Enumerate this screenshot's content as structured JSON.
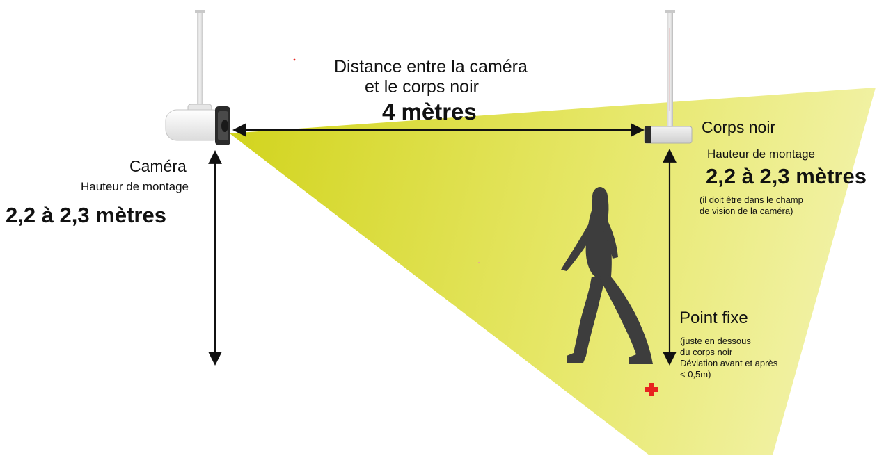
{
  "distance": {
    "line1": "Distance entre la caméra",
    "line2": "et le corps noir",
    "value": "4 mètres"
  },
  "camera": {
    "title": "Caméra",
    "mount_label": "Hauteur de montage",
    "height": "2,2 à 2,3 mètres"
  },
  "blackbody": {
    "title": "Corps noir",
    "mount_label": "Hauteur de montage",
    "height": "2,2 à 2,3 mètres",
    "note_line1": "(il doit être dans le champ",
    "note_line2": "de vision de la caméra)"
  },
  "fixed_point": {
    "title": "Point fixe",
    "line1": "(juste en dessous",
    "line2": "du corps noir",
    "line3": "Déviation avant et après",
    "line4": "< 0,5m)"
  },
  "colors": {
    "beam_start": "#d2d41e",
    "beam_end": "#f3f3ad",
    "marker": "#e8231f",
    "silhouette": "#3d3d3d",
    "arrow": "#111111"
  },
  "icons": {
    "camera": "camera-icon",
    "blackbody": "blackbody-device-icon",
    "person": "walking-person-icon",
    "marker": "red-cross-marker-icon"
  }
}
